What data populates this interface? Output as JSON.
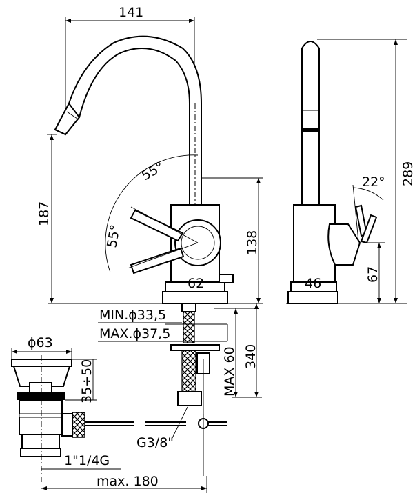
{
  "labels": {
    "width_141": "141",
    "height_187": "187",
    "angle_55_top": "55°",
    "angle_55_left": "55°",
    "height_138": "138",
    "width_62": "62",
    "min_hole": "MIN.ϕ33,5",
    "max_hole": "MAX.ϕ37,5",
    "max_60": "MAX 60",
    "length_340": "340",
    "height_289": "289",
    "angle_22": "22°",
    "height_67": "67",
    "width_46": "46",
    "diameter_63": "ϕ63",
    "range_35_50": "35÷50",
    "thread_g38": "G3/8\"",
    "thread_114": "1\"1/4G",
    "max_180": "max. 180"
  }
}
